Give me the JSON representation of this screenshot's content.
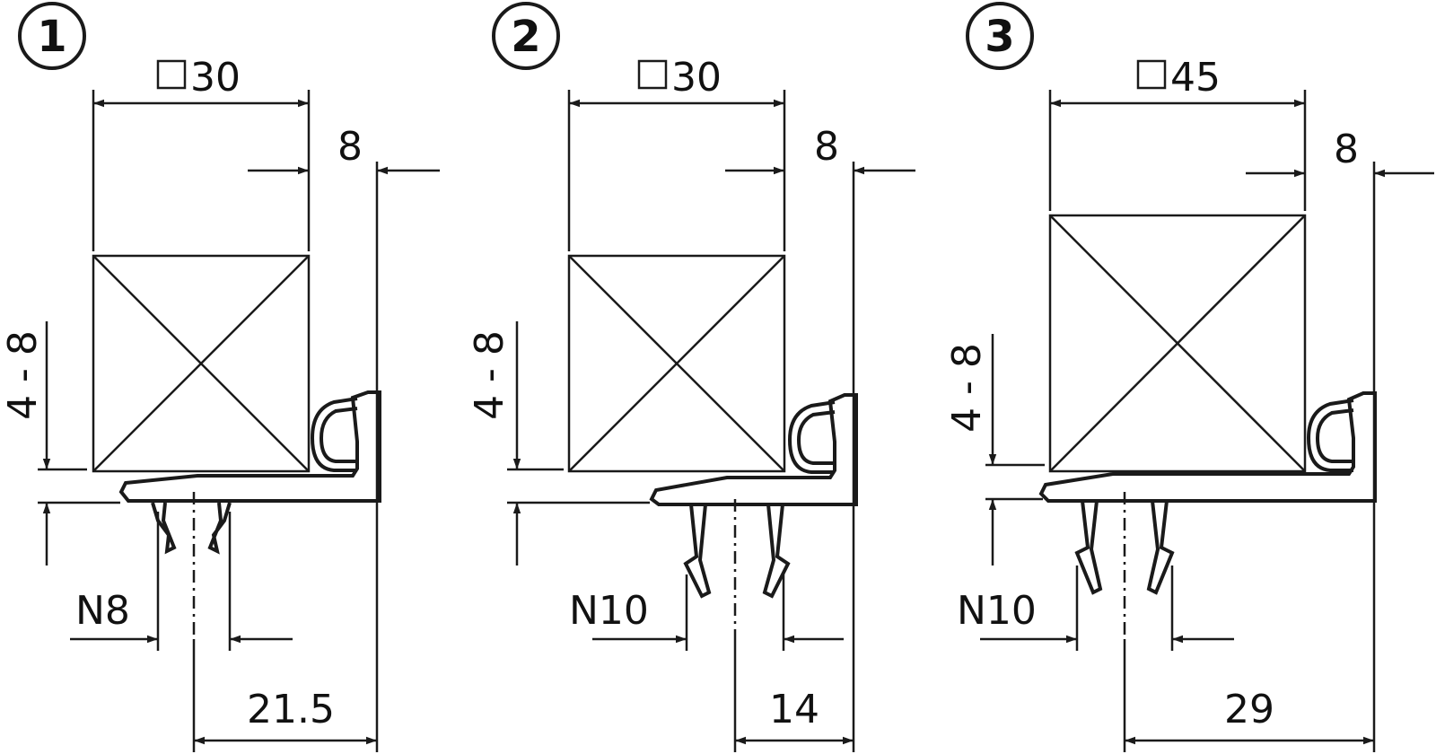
{
  "colors": {
    "line": "#1a1a1a",
    "background": "#ffffff"
  },
  "variants": [
    {
      "number": "1",
      "tube_size": "30",
      "offset_top": "8",
      "clamp_range": "4 - 8",
      "slot": "N8",
      "center_distance": "21.5"
    },
    {
      "number": "2",
      "tube_size": "30",
      "offset_top": "8",
      "clamp_range": "4 - 8",
      "slot": "N10",
      "center_distance": "14"
    },
    {
      "number": "3",
      "tube_size": "45",
      "offset_top": "8",
      "clamp_range": "4 - 8",
      "slot": "N10",
      "center_distance": "29"
    }
  ]
}
